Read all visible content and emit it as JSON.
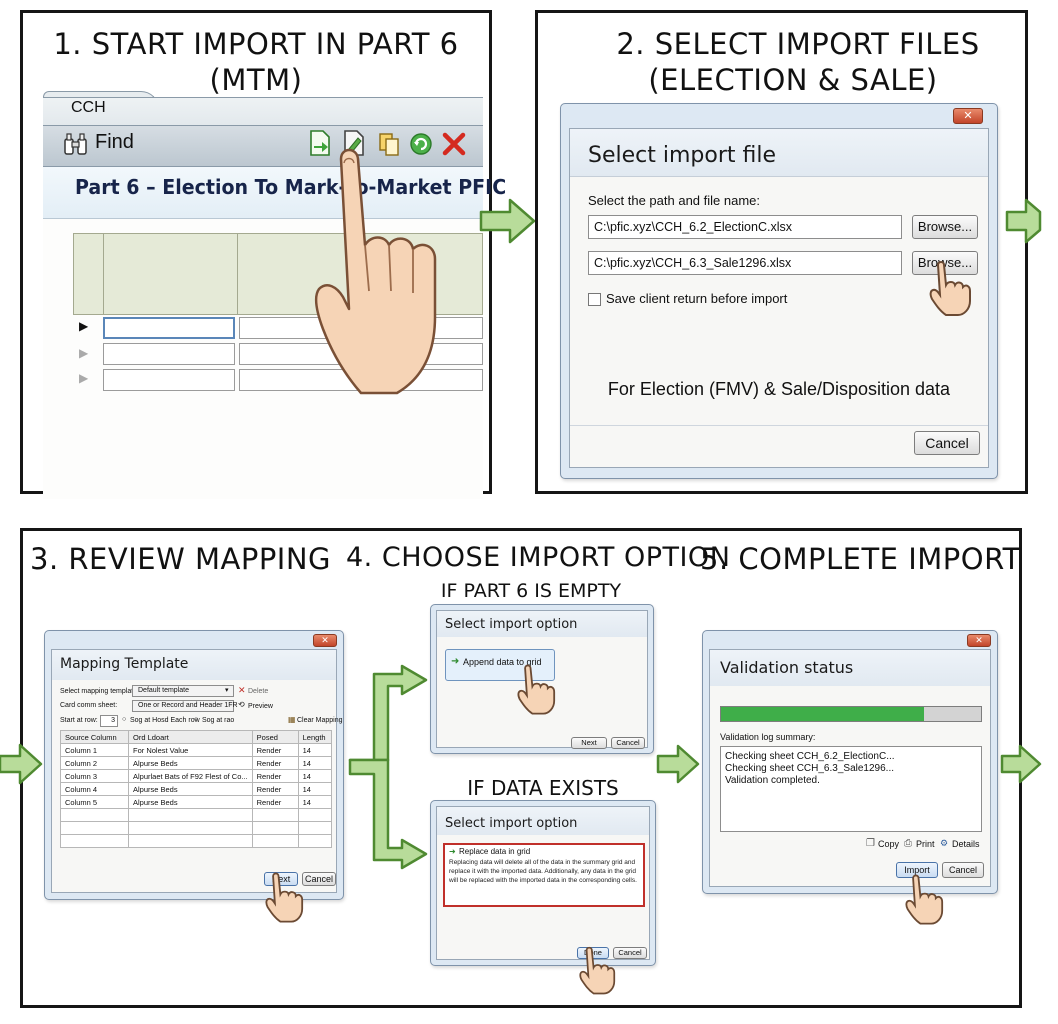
{
  "steps": {
    "step1": {
      "heading_line1": "1. START IMPORT IN PART 6",
      "heading_line2": "(MTM)",
      "app_tab": "CCH",
      "find_label": "Find",
      "part_title": "Part 6 – Election To Mark-to-Market PFIC"
    },
    "step2": {
      "heading_line1": "2. SELECT IMPORT FILES",
      "heading_line2": "(ELECTION & SALE)",
      "dialog_title": "Select import file",
      "path_label": "Select the path and file name:",
      "file1": "C:\\pfic.xyz\\CCH_6.2_ElectionC.xlsx",
      "file2": "C:\\pfic.xyz\\CCH_6.3_Sale1296.xlsx",
      "browse_label": "Browse...",
      "save_checkbox_label": "Save client return before import",
      "note": "For Election (FMV) & Sale/Disposition data",
      "cancel_label": "Cancel"
    },
    "step3": {
      "heading": "3. REVIEW MAPPING",
      "dialog_title": "Mapping Template",
      "template_label": "Select mapping template:",
      "template_value": "Default template",
      "delete_label": "Delete",
      "sheet_label": "Card comm sheet:",
      "sheet_value": "One or Record and Header 1FR",
      "preview_label": "Preview",
      "start_label": "Start at row:",
      "start_value": "3",
      "opt1_label": "Sog at Hosd Each row",
      "opt2_label": "Sog at rao",
      "clear_label": "Clear Mapping",
      "columns": [
        "Source Column",
        "Ord Ldoart",
        "Posed",
        "Length"
      ],
      "rows": [
        [
          "Column 1",
          "For Nolest Value",
          "Render",
          "14"
        ],
        [
          "Column 2",
          "Alpurse Beds",
          "Render",
          "14"
        ],
        [
          "Column 3",
          "Alpurlaet Bats of F92 Flest of Co...",
          "Render",
          "14"
        ],
        [
          "Column 4",
          "Alpurse Beds",
          "Render",
          "14"
        ],
        [
          "Column 5",
          "Alpurse Beds",
          "Render",
          "14"
        ]
      ],
      "next_label": "Next",
      "cancel_label": "Cancel"
    },
    "step4": {
      "heading": "4. CHOOSE IMPORT OPTION",
      "empty_label": "IF PART 6 IS EMPTY",
      "exists_label": "IF DATA EXISTS",
      "dialog_title": "Select import option",
      "append_label": "Append data to grid",
      "replace_title": "Replace data in grid",
      "replace_desc": "Replacing data will delete all of the data in the summary grid and replace it with the imported data. Additionally, any data in the grid will be replaced with the imported data in the corresponding cells.",
      "next_label": "Next",
      "cancel_label": "Cancel",
      "done_label": "Done"
    },
    "step5": {
      "heading": "5. COMPLETE IMPORT",
      "dialog_title": "Validation status",
      "progress": 0.78,
      "log_label": "Validation log summary:",
      "log_lines": [
        "Checking sheet CCH_6.2_ElectionC...",
        "Checking sheet CCH_6.3_Sale1296...",
        "Validation completed."
      ],
      "copy_label": "Copy",
      "print_label": "Print",
      "details_label": "Details",
      "import_label": "Import",
      "cancel_label": "Cancel"
    }
  },
  "colors": {
    "arrow_fill": "#b8dc9a",
    "arrow_stroke": "#4f8a31",
    "progress": "#3fae49",
    "window_frame": "#dde8f3",
    "error_border": "#c0302a"
  }
}
